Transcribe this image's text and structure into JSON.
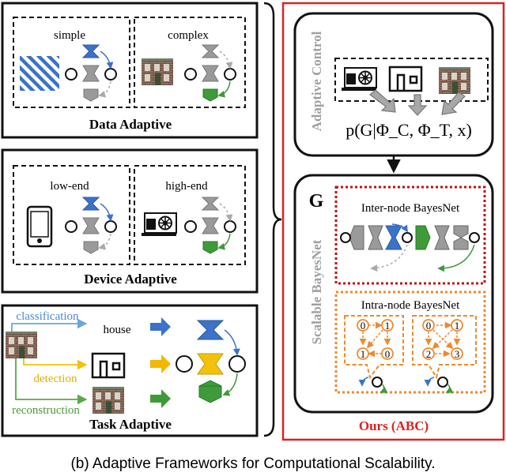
{
  "caption": "(b) Adaptive Frameworks for Computational Scalability.",
  "colors": {
    "blue": "#3a73c9",
    "gray": "#9a9a9a",
    "green": "#3f9a3a",
    "yellow": "#f2c20a",
    "orange": "#ee8a2e",
    "red": "#dd2222",
    "darkred": "#c41010",
    "light_blue_arrow": "#6aa5df",
    "photo_wall": "#8a6a58"
  },
  "data_adaptive": {
    "title": "Data Adaptive",
    "simple_label": "simple",
    "complex_label": "complex"
  },
  "device_adaptive": {
    "title": "Device Adaptive",
    "low_label": "low-end",
    "high_label": "high-end"
  },
  "task_adaptive": {
    "title": "Task Adaptive",
    "classification_label": "classification",
    "detection_label": "detection",
    "reconstruction_label": "reconstruction",
    "house_label": "house"
  },
  "adaptive_control": {
    "vertical_label": "Adaptive Control",
    "formula": "p(G|Φ_C, Φ_T, x)"
  },
  "scalable_bayesnet": {
    "vertical_label": "Scalable BayesNet",
    "g_label": "G",
    "inter_label": "Inter-node  BayesNet",
    "intra_label": "Intra-node  BayesNet",
    "left_nodes": [
      "0",
      "1",
      "1",
      "0"
    ],
    "right_nodes": [
      "0",
      "1",
      "2",
      "3"
    ]
  },
  "ours_label": "Ours (ABC)"
}
